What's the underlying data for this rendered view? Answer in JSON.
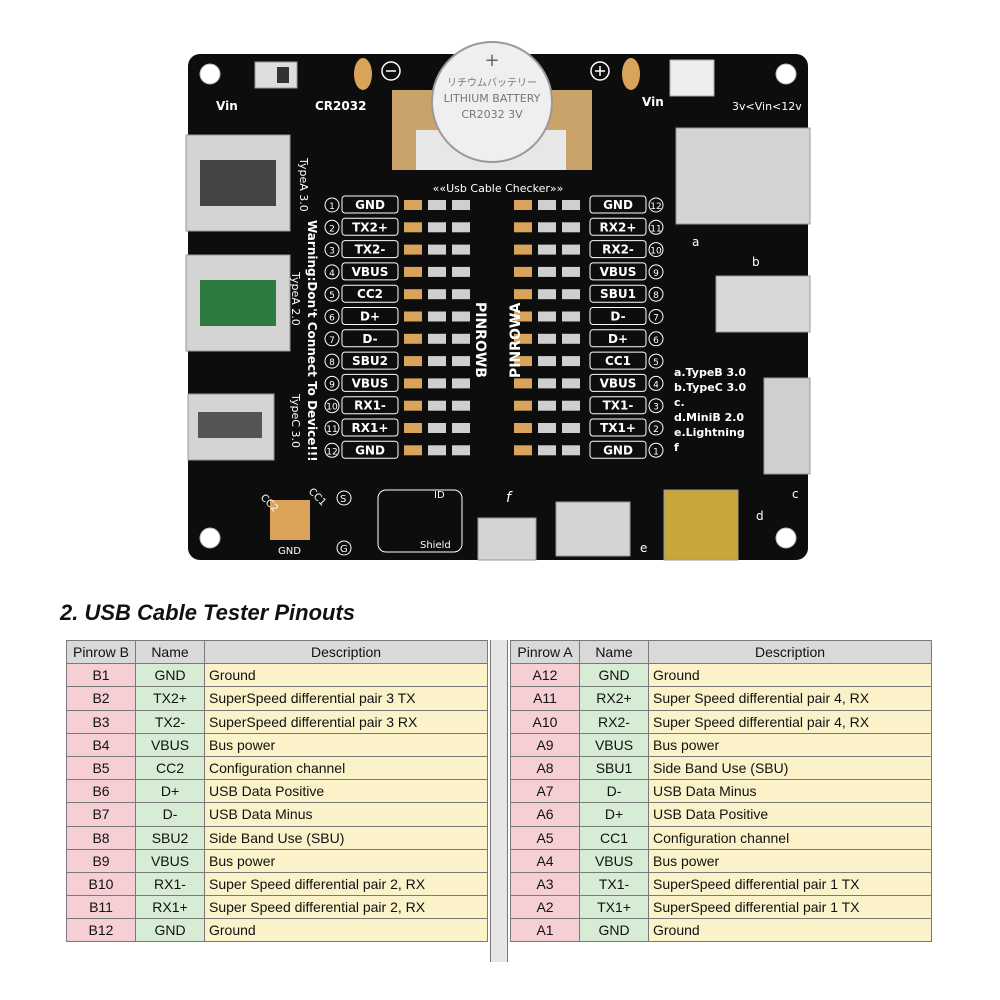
{
  "board": {
    "checker_title": "««Usb Cable Checker»»",
    "vin_left": "Vin",
    "vin_right": "Vin",
    "vin_range": "3v<Vin<12v",
    "battery_label": "CR2032",
    "battery_text_jp": "リチウムバッテリー",
    "battery_text_1": "LITHIUM BATTERY",
    "battery_text_2": "CR2032  3V",
    "typea30": "TypeA 3.0",
    "typea20": "TypeA 2.0",
    "typec30": "TypeC 3.0",
    "warning": "Warning:Don't Connect To Device!!!",
    "pinrow_b": "PINROWB",
    "pinrow_a": "PINROWA",
    "cc2": "CC2",
    "cc1": "CC1",
    "gnd": "GND",
    "s_mark": "S",
    "g_mark": "G",
    "id_label": "ID",
    "shield_label": "Shield",
    "f_mark": "f",
    "e_mark": "e",
    "d_mark": "d",
    "c_mark": "c",
    "b_mark": "b",
    "a_mark": "a",
    "legend": [
      "a.TypeB 3.0",
      "b.TypeC 3.0",
      "c.",
      "d.MiniB 2.0",
      "e.Lightning",
      "f"
    ],
    "left_pins": [
      {
        "num": "1",
        "name": "GND"
      },
      {
        "num": "2",
        "name": "TX2+"
      },
      {
        "num": "3",
        "name": "TX2-"
      },
      {
        "num": "4",
        "name": "VBUS"
      },
      {
        "num": "5",
        "name": "CC2"
      },
      {
        "num": "6",
        "name": "D+"
      },
      {
        "num": "7",
        "name": "D-"
      },
      {
        "num": "8",
        "name": "SBU2"
      },
      {
        "num": "9",
        "name": "VBUS"
      },
      {
        "num": "10",
        "name": "RX1-"
      },
      {
        "num": "11",
        "name": "RX1+"
      },
      {
        "num": "12",
        "name": "GND"
      }
    ],
    "right_pins": [
      {
        "num": "12",
        "name": "GND"
      },
      {
        "num": "11",
        "name": "RX2+"
      },
      {
        "num": "10",
        "name": "RX2-"
      },
      {
        "num": "9",
        "name": "VBUS"
      },
      {
        "num": "8",
        "name": "SBU1"
      },
      {
        "num": "7",
        "name": "D-"
      },
      {
        "num": "6",
        "name": "D+"
      },
      {
        "num": "5",
        "name": "CC1"
      },
      {
        "num": "4",
        "name": "VBUS"
      },
      {
        "num": "3",
        "name": "TX1-"
      },
      {
        "num": "2",
        "name": "TX1+"
      },
      {
        "num": "1",
        "name": "GND"
      }
    ]
  },
  "section_title": "2. USB Cable Tester Pinouts",
  "table_b": {
    "headers": [
      "Pinrow B",
      "Name",
      "Description"
    ],
    "rows": [
      [
        "B1",
        "GND",
        "Ground"
      ],
      [
        "B2",
        "TX2+",
        "SuperSpeed differential pair 3 TX"
      ],
      [
        "B3",
        "TX2-",
        "SuperSpeed differential pair 3 RX"
      ],
      [
        "B4",
        "VBUS",
        "Bus power"
      ],
      [
        "B5",
        "CC2",
        "Configuration channel"
      ],
      [
        "B6",
        "D+",
        "USB Data Positive"
      ],
      [
        "B7",
        "D-",
        "USB Data Minus"
      ],
      [
        "B8",
        "SBU2",
        "Side Band Use (SBU)"
      ],
      [
        "B9",
        "VBUS",
        "Bus power"
      ],
      [
        "B10",
        "RX1-",
        "Super Speed differential pair 2, RX"
      ],
      [
        "B11",
        "RX1+",
        "Super Speed differential pair 2, RX"
      ],
      [
        "B12",
        "GND",
        "Ground"
      ]
    ]
  },
  "table_a": {
    "headers": [
      "Pinrow A",
      "Name",
      "Description"
    ],
    "rows": [
      [
        "A12",
        "GND",
        "Ground"
      ],
      [
        "A11",
        "RX2+",
        "Super Speed differential pair 4, RX"
      ],
      [
        "A10",
        "RX2-",
        "Super Speed differential pair 4, RX"
      ],
      [
        "A9",
        "VBUS",
        "Bus power"
      ],
      [
        "A8",
        "SBU1",
        "Side Band Use (SBU)"
      ],
      [
        "A7",
        "D-",
        "USB Data Minus"
      ],
      [
        "A6",
        "D+",
        "USB Data Positive"
      ],
      [
        "A5",
        "CC1",
        "Configuration channel"
      ],
      [
        "A4",
        "VBUS",
        "Bus power"
      ],
      [
        "A3",
        "TX1-",
        "SuperSpeed differential pair 1 TX"
      ],
      [
        "A2",
        "TX1+",
        "SuperSpeed differential pair 1 TX"
      ],
      [
        "A1",
        "GND",
        "Ground"
      ]
    ]
  },
  "colors": {
    "pcb": "#0d0d0d",
    "pin_col": "#f6cfd5",
    "name_col": "#d6ecd4",
    "desc_col": "#fbf2c9",
    "header": "#d9d9d9"
  }
}
